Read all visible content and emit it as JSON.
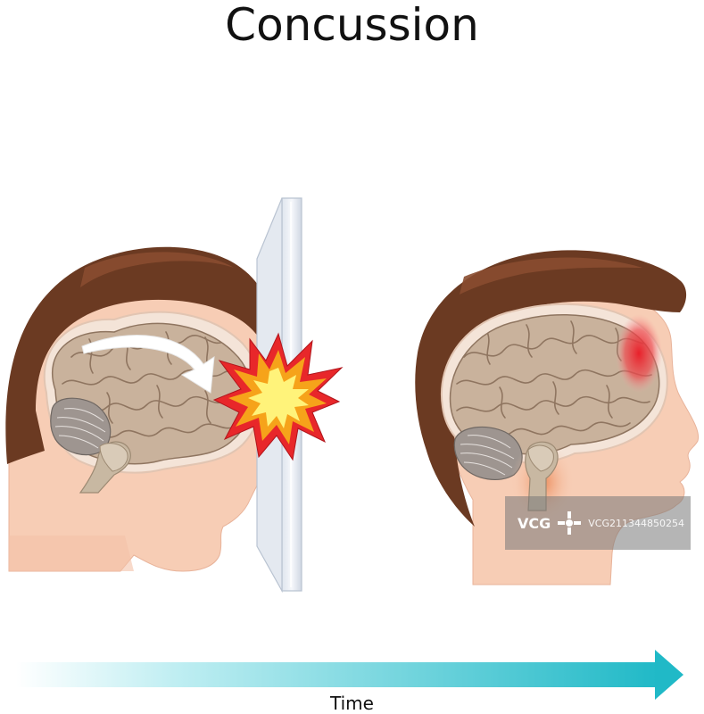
{
  "title": "Concussion",
  "time_label": "Time",
  "watermark": {
    "mark": "VCG",
    "id": "VCG211344850254"
  },
  "icons": {
    "impact": "explosion-icon",
    "motion": "curved-arrow-icon",
    "time_arrow": "right-arrow-icon"
  },
  "colors": {
    "hair": "#6b3a22",
    "hair_highlight": "#8a4c30",
    "skin": "#f7cdb5",
    "skin_shadow": "#e9a88f",
    "brain": "#c9b29c",
    "brain_fold": "#8f7560",
    "cerebellum": "#9e9590",
    "brainstem": "#c8b8a2",
    "membrane": "#f4e4d8",
    "injury": "#e8202a",
    "glass": "#eef1f6",
    "glass_edge": "#b9c3d1",
    "explosion_outer": "#e8272a",
    "explosion_mid": "#f6a31a",
    "explosion_inner": "#fff37a",
    "arrow": "#20b9c7"
  }
}
